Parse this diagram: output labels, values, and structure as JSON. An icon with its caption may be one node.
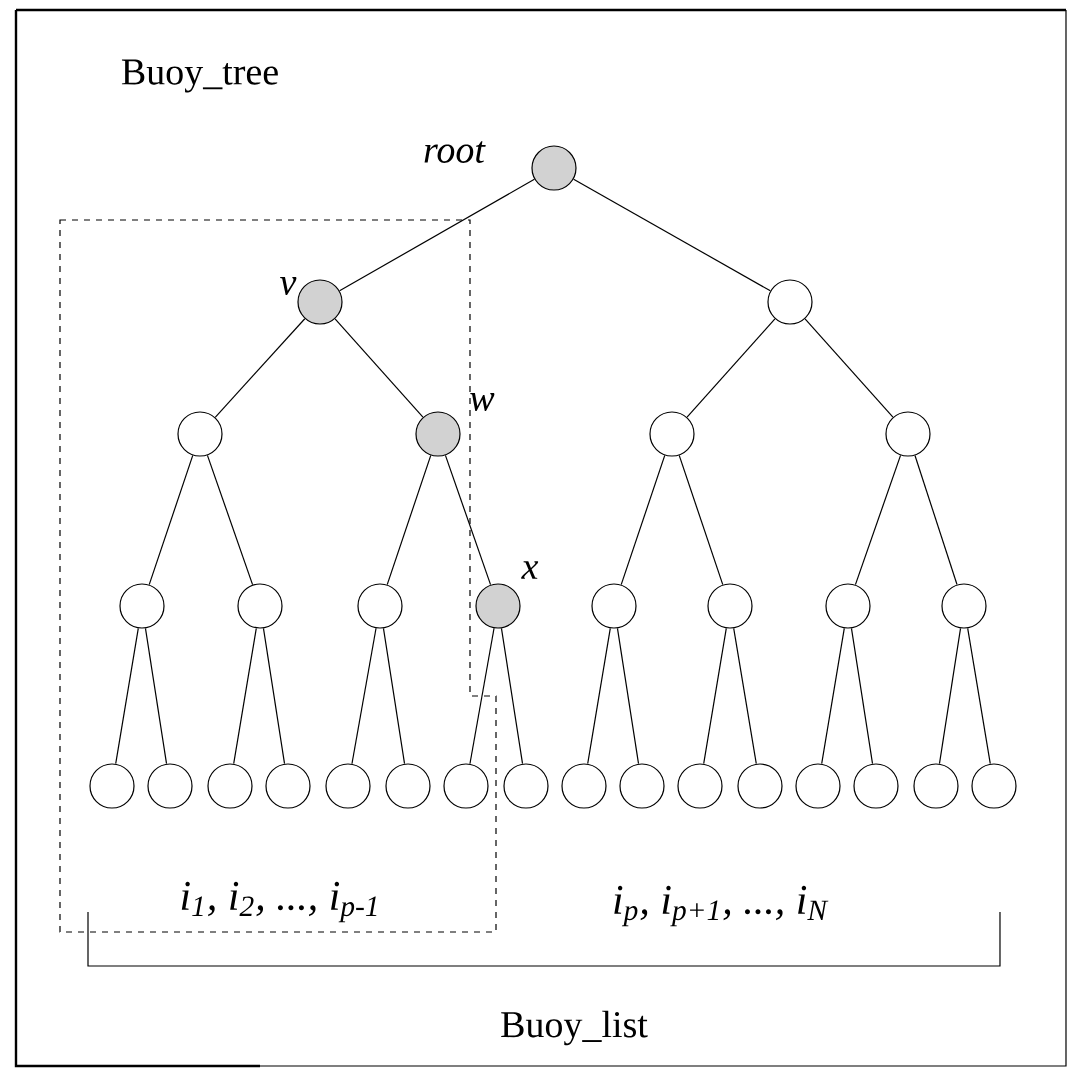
{
  "diagram": {
    "nodes": [
      {
        "text": [],
        "shape": "circle",
        "beside": [
          "root"
        ]
      },
      {
        "text": [],
        "shape": "circle",
        "beside": [
          "v"
        ]
      },
      {
        "text": [],
        "shape": "circle"
      },
      {
        "text": [],
        "shape": "circle"
      },
      {
        "text": [],
        "shape": "circle",
        "beside": [
          "w"
        ]
      },
      {
        "text": [],
        "shape": "circle"
      },
      {
        "text": [],
        "shape": "circle"
      },
      {
        "text": [],
        "shape": "circle"
      },
      {
        "text": [],
        "shape": "circle"
      },
      {
        "text": [],
        "shape": "circle"
      },
      {
        "text": [],
        "shape": "circle",
        "beside": [
          "x"
        ]
      },
      {
        "text": [],
        "shape": "circle"
      },
      {
        "text": [],
        "shape": "circle"
      },
      {
        "text": [],
        "shape": "circle"
      },
      {
        "text": [],
        "shape": "circle"
      },
      {
        "text": [],
        "shape": "circle"
      },
      {
        "text": [],
        "shape": "circle"
      },
      {
        "text": [],
        "shape": "circle"
      },
      {
        "text": [],
        "shape": "circle"
      },
      {
        "text": [],
        "shape": "circle"
      },
      {
        "text": [],
        "shape": "circle"
      },
      {
        "text": [],
        "shape": "circle"
      },
      {
        "text": [],
        "shape": "circle"
      },
      {
        "text": [],
        "shape": "circle"
      },
      {
        "text": [],
        "shape": "circle"
      },
      {
        "text": [],
        "shape": "circle"
      },
      {
        "text": [],
        "shape": "circle"
      },
      {
        "text": [],
        "shape": "circle"
      },
      {
        "text": [],
        "shape": "circle"
      },
      {
        "text": [],
        "shape": "circle"
      },
      {
        "text": [],
        "shape": "circle"
      }
    ],
    "edges": [
      {
        "from": 0,
        "to": 1,
        "arrow": "none"
      },
      {
        "from": 0,
        "to": 2,
        "arrow": "none"
      },
      {
        "from": 1,
        "to": 3,
        "arrow": "none"
      },
      {
        "from": 1,
        "to": 4,
        "arrow": "none"
      },
      {
        "from": 2,
        "to": 5,
        "arrow": "none"
      },
      {
        "from": 2,
        "to": 6,
        "arrow": "none"
      },
      {
        "from": 3,
        "to": 7,
        "arrow": "none"
      },
      {
        "from": 3,
        "to": 8,
        "arrow": "none"
      },
      {
        "from": 4,
        "to": 9,
        "arrow": "none"
      },
      {
        "from": 4,
        "to": 10,
        "arrow": "none"
      },
      {
        "from": 5,
        "to": 11,
        "arrow": "none"
      },
      {
        "from": 5,
        "to": 12,
        "arrow": "none"
      },
      {
        "from": 6,
        "to": 13,
        "arrow": "none"
      },
      {
        "from": 6,
        "to": 14,
        "arrow": "none"
      },
      {
        "from": 7,
        "to": 15,
        "arrow": "none"
      },
      {
        "from": 7,
        "to": 16,
        "arrow": "none"
      },
      {
        "from": 8,
        "to": 17,
        "arrow": "none"
      },
      {
        "from": 8,
        "to": 18,
        "arrow": "none"
      },
      {
        "from": 9,
        "to": 19,
        "arrow": "none"
      },
      {
        "from": 9,
        "to": 20,
        "arrow": "none"
      },
      {
        "from": 10,
        "to": 21,
        "arrow": "none"
      },
      {
        "from": 10,
        "to": 22,
        "arrow": "none"
      },
      {
        "from": 11,
        "to": 23,
        "arrow": "none"
      },
      {
        "from": 11,
        "to": 24,
        "arrow": "none"
      },
      {
        "from": 12,
        "to": 25,
        "arrow": "none"
      },
      {
        "from": 12,
        "to": 26,
        "arrow": "none"
      },
      {
        "from": 13,
        "to": 27,
        "arrow": "none"
      },
      {
        "from": 13,
        "to": 28,
        "arrow": "none"
      },
      {
        "from": 14,
        "to": 29,
        "arrow": "none"
      },
      {
        "from": 14,
        "to": 30,
        "arrow": "none"
      }
    ],
    "labels": [
      "Buoy_tree",
      "i$_{1}$, i$_{2}$, ..., i$_{p-1}$",
      "i$_{p}$, i$_{p+1}$, ..., i$_{N}$",
      "Buoy_list"
    ]
  }
}
